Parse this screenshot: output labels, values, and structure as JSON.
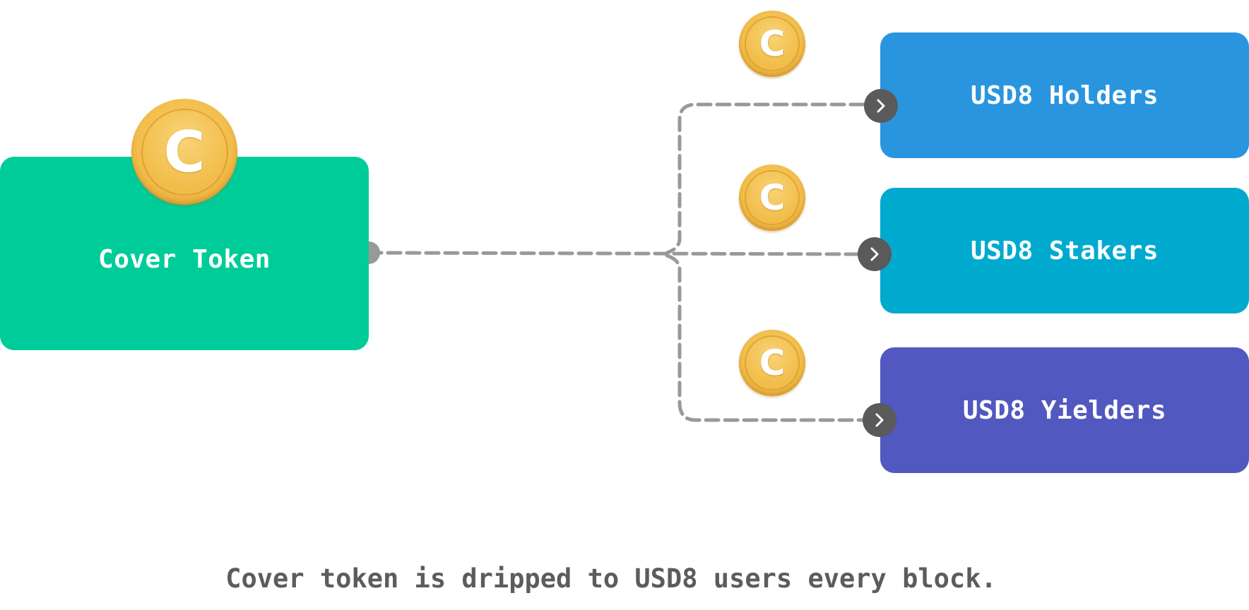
{
  "source": {
    "label": "Cover Token",
    "coin_letter": "C",
    "color": "#00cc99"
  },
  "coin": {
    "letter": "C",
    "color": "#f2be4c"
  },
  "targets": [
    {
      "label": "USD8 Holders",
      "color": "#2a95df"
    },
    {
      "label": "USD8 Stakers",
      "color": "#00aacf"
    },
    {
      "label": "USD8 Yielders",
      "color": "#5158bf"
    }
  ],
  "connector": {
    "line_color": "#999999",
    "arrow_color": "#5a5a5a",
    "icon": "chevron-right-icon",
    "style": "dashed"
  },
  "caption": "Cover token is dripped to USD8 users every block."
}
